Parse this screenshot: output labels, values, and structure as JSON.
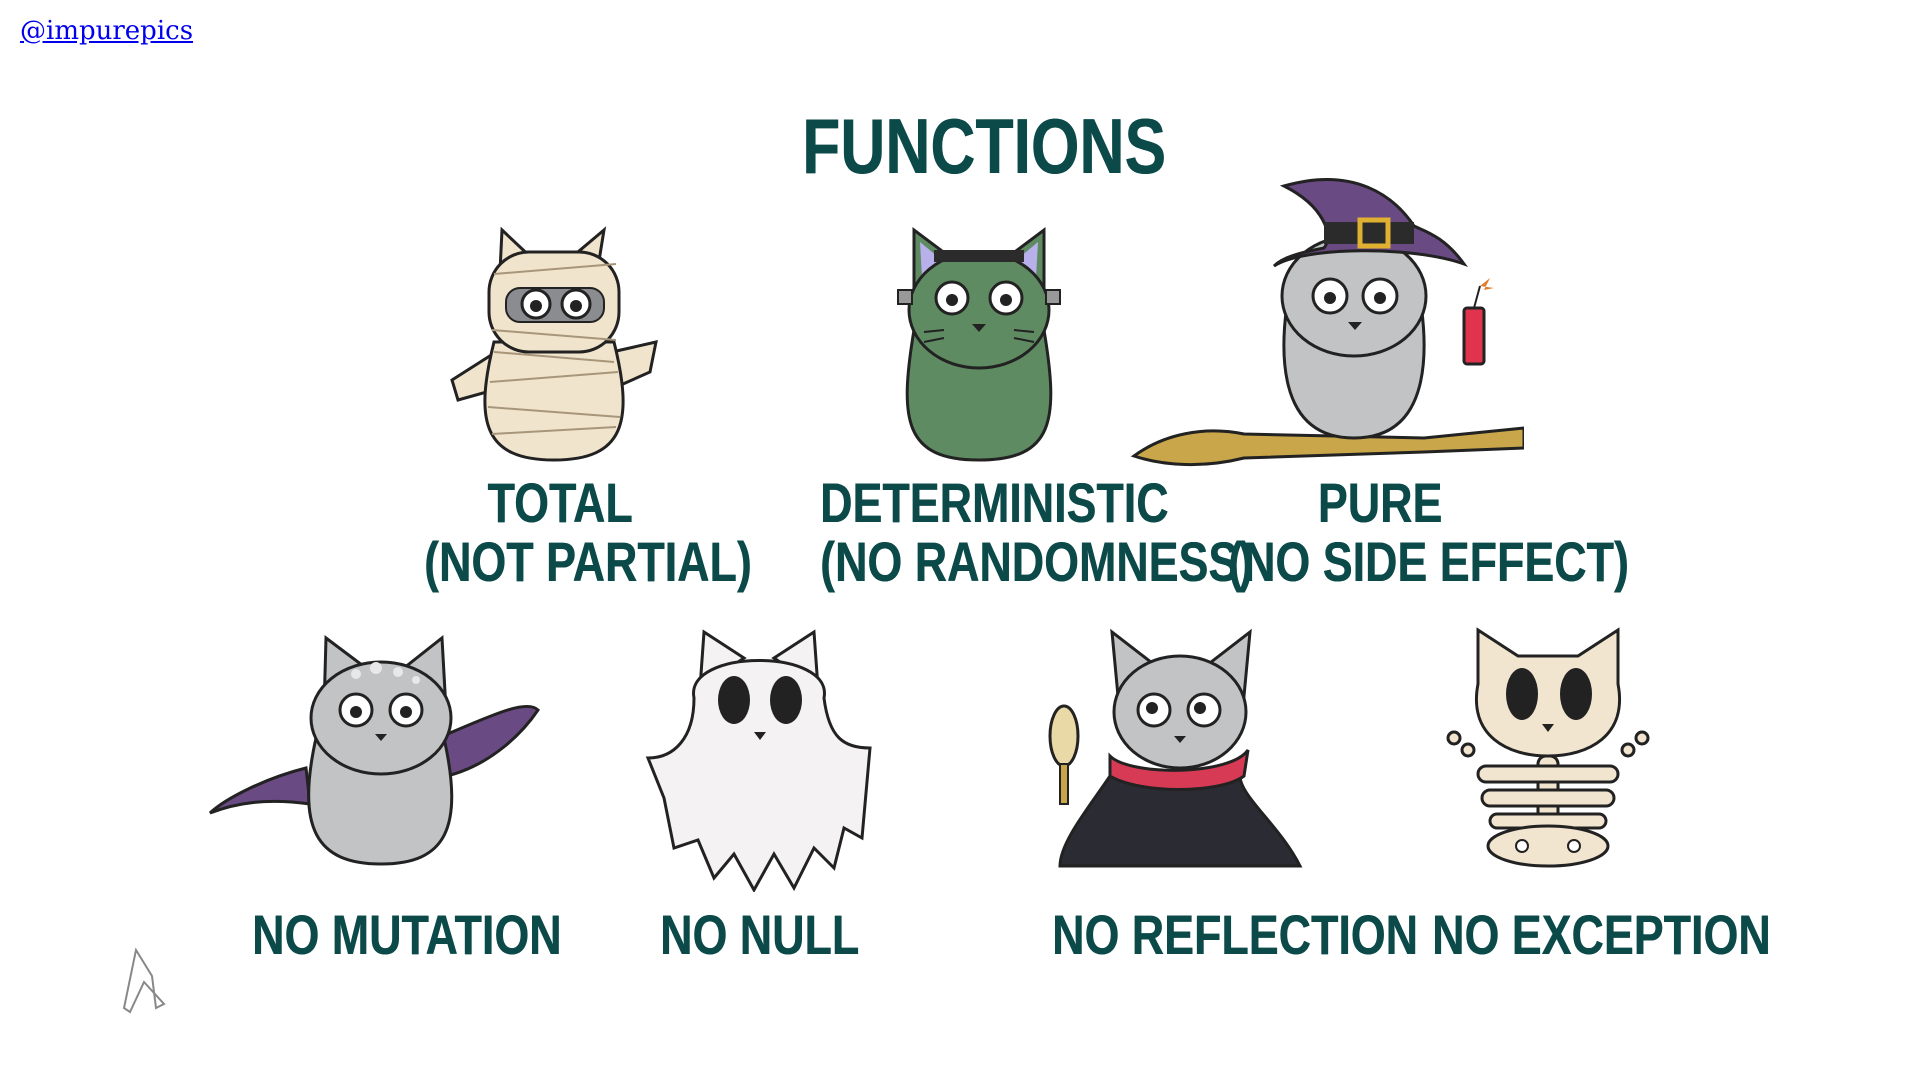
{
  "handle": "@impurepics",
  "title": "FUNCTIONS",
  "labels": {
    "total_line1": "TOTAL",
    "total_line2": "(NOT PARTIAL)",
    "deterministic_line1": "DETERMINISTIC",
    "deterministic_line2": "(NO RANDOMNESS)",
    "pure_line1": "PURE",
    "pure_line2": "(NO SIDE EFFECT)",
    "no_mutation": "NO MUTATION",
    "no_null": "NO NULL",
    "no_reflection": "NO REFLECTION",
    "no_exception": "NO EXCEPTION"
  },
  "icons": {
    "mummy": "mummy-cat-icon",
    "frankenstein": "frankenstein-cat-icon",
    "witch": "witch-cat-icon",
    "octopus": "octopus-cat-icon",
    "ghost": "ghost-cat-icon",
    "vampire": "vampire-cat-icon",
    "skeleton": "skeleton-cat-icon"
  },
  "colors": {
    "title_text": "#0c4a4a",
    "link": "#0000ee",
    "mummy": "#f1e4cd",
    "frankenstein": "#5f8b62",
    "cat_gray": "#c2c3c4",
    "witch_hat": "#6a4a83",
    "tentacle": "#6a4a83",
    "cape_red": "#d63a55",
    "cape_black": "#2b2b33",
    "bone": "#f1e5d0",
    "dynamite": "#e0344e"
  }
}
